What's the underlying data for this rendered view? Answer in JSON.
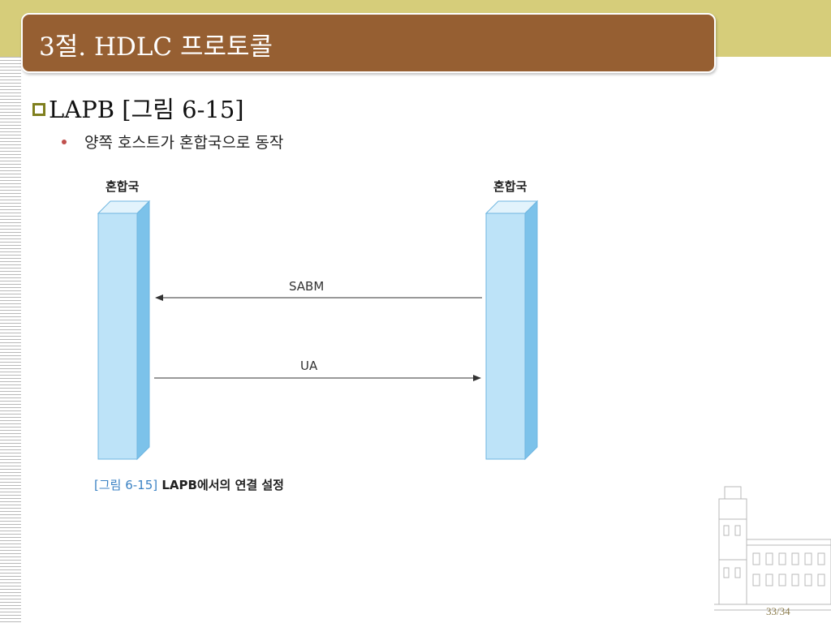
{
  "slide": {
    "title": "3절. HDLC 프로토콜",
    "main_bullet": "LAPB [그림 6-15]",
    "sub_bullet": "양쪽 호스트가 혼합국으로 동작",
    "page_number": "33/34"
  },
  "figure": {
    "left_station": "혼합국",
    "right_station": "혼합국",
    "message_1": "SABM",
    "message_2": "UA",
    "caption_number": "[그림 6-15]",
    "caption_text": " LAPB에서의 연결 설정"
  },
  "colors": {
    "title_bar": "#965f32",
    "top_band": "#d6cd7a",
    "bar_fill": "#bde3f8",
    "caption_blue": "#3b82c4"
  }
}
